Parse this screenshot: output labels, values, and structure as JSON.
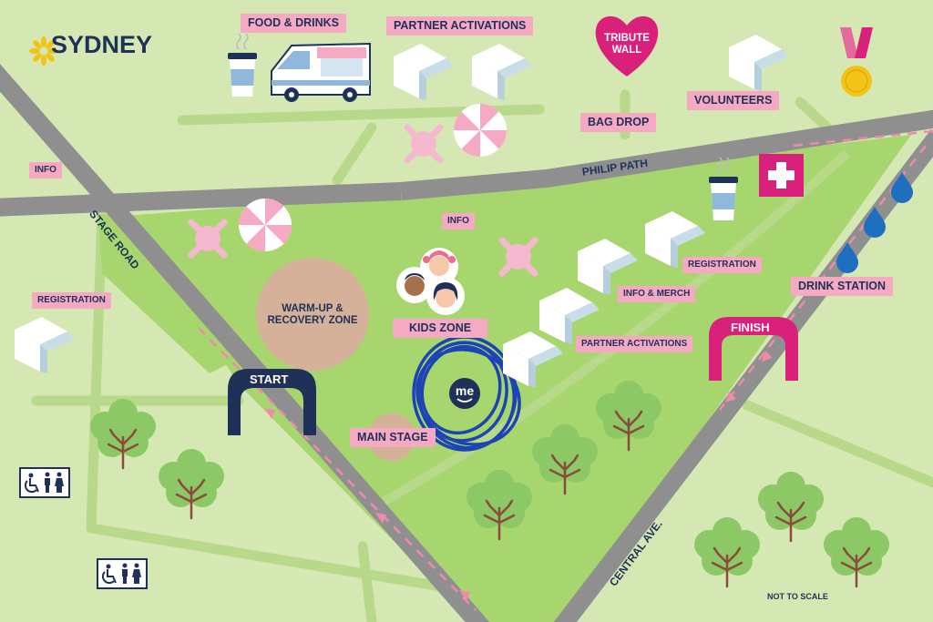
{
  "brand": {
    "name": "SYDNEY",
    "logo_icon": "sunflower-logo-icon",
    "accent": "#f2c418",
    "navy": "#1f3158"
  },
  "colors": {
    "grass_light": "#d5e8b4",
    "grass_park": "#a7d56e",
    "path": "#b8d98a",
    "road": "#8f8f8f",
    "label_bg": "#f5a9c3",
    "magenta": "#d9207a",
    "blue_scribble": "#1d44b4"
  },
  "labels": {
    "food_drinks": "FOOD & DRINKS",
    "partner_activations_top": "PARTNER ACTIVATIONS",
    "tribute_wall": "TRIBUTE WALL",
    "volunteers": "VOLUNTEERS",
    "bag_drop": "BAG DROP",
    "info_left": "INFO",
    "info_center": "INFO",
    "registration_left": "REGISTRATION",
    "registration_right": "REGISTRATION",
    "warmup": "WARM-UP & RECOVERY ZONE",
    "kids_zone": "KIDS ZONE",
    "info_merch": "INFO & MERCH",
    "partner_activations_mid": "PARTNER ACTIVATIONS",
    "drink_station": "DRINK STATION",
    "main_stage": "MAIN STAGE",
    "start": "START",
    "finish": "FINISH",
    "not_to_scale": "NOT TO SCALE"
  },
  "roads": {
    "philip_path": "PHILIP PATH",
    "stage_road": "STAGE ROAD",
    "central_ave": "CENTRAL AVE."
  },
  "icons": {
    "food_truck": "food-truck-icon",
    "coffee_cup": "coffee-cup-icon",
    "tent": "tent-icon",
    "umbrella": "umbrella-icon",
    "picnic_table": "picnic-table-icon",
    "heart": "heart-icon",
    "medal": "medal-icon",
    "first_aid": "first-aid-icon",
    "water_drop": "water-drop-icon",
    "tree": "tree-icon",
    "accessible_toilet": "accessible-toilet-icon",
    "kids": "kids-faces-icon",
    "sponsor": "me-bank-logo-icon",
    "arch": "arch-icon"
  },
  "sponsor_logo_text": "me"
}
